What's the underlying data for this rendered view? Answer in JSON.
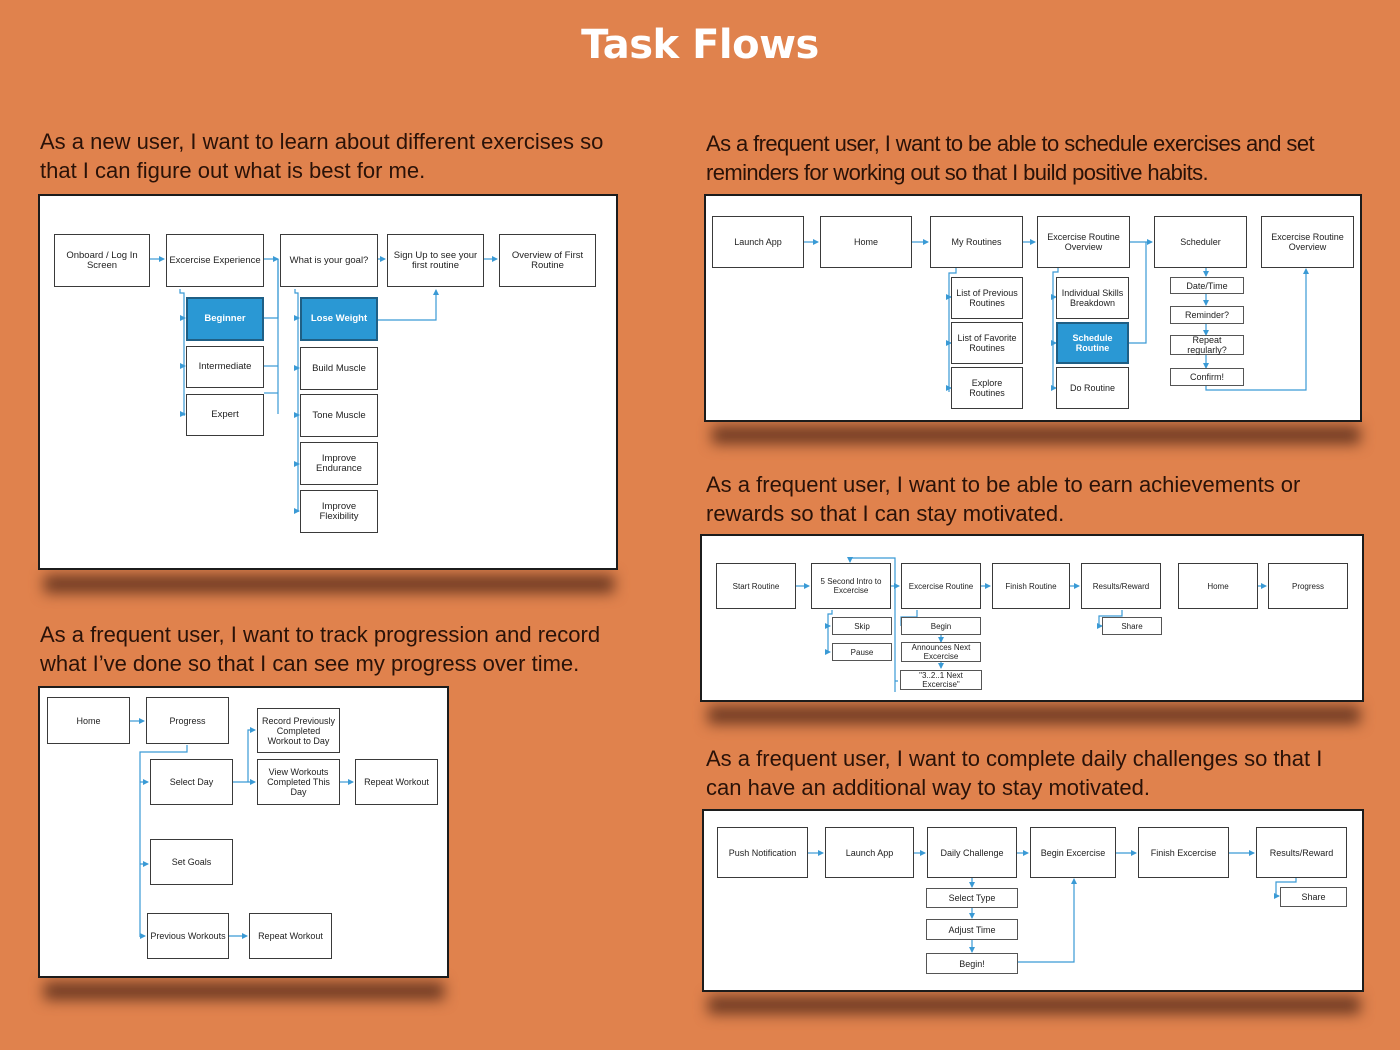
{
  "page": {
    "title": "Task Flows",
    "bg": "#e0824d",
    "accent": "#2a98d4"
  },
  "flow1": {
    "story": "As a new user, I want to learn about different exercises so that I can figure out what is best for me.",
    "nodes": {
      "onboard": "Onboard / Log In Screen",
      "experience": "Excercise Experience",
      "goal": "What is your goal?",
      "signup": "Sign Up to see your first routine",
      "overview": "Overview of First Routine",
      "beginner": "Beginner",
      "intermediate": "Intermediate",
      "expert": "Expert",
      "lose_weight": "Lose Weight",
      "build_muscle": "Build Muscle",
      "tone_muscle": "Tone Muscle",
      "endurance": "Improve Endurance",
      "flexibility": "Improve Flexibility"
    }
  },
  "flow2": {
    "story": "As a frequent user, I want to track progression and record what I’ve done so that I can see my progress over time.",
    "nodes": {
      "home": "Home",
      "progress": "Progress",
      "select_day": "Select Day",
      "record": "Record Previously Completed Workout to Day",
      "view": "View Workouts Completed This Day",
      "repeat1": "Repeat Workout",
      "set_goals": "Set Goals",
      "previous": "Previous Workouts",
      "repeat2": "Repeat Workout"
    }
  },
  "flow3": {
    "story": "As a frequent user, I want to be able to schedule exercises and set reminders for working out so that I build positive habits.",
    "nodes": {
      "launch": "Launch App",
      "home": "Home",
      "my_routines": "My Routines",
      "overview1": "Excercise Routine Overview",
      "scheduler": "Scheduler",
      "overview2": "Excercise Routine Overview",
      "previous": "List of Previous Routines",
      "favorite": "List of Favorite Routines",
      "explore": "Explore Routines",
      "skills": "Individual Skills Breakdown",
      "schedule": "Schedule Routine",
      "do_routine": "Do Routine",
      "date": "Date/Time",
      "reminder": "Reminder?",
      "repeat": "Repeat regularly?",
      "confirm": "Confirm!"
    }
  },
  "flow4": {
    "story": "As a frequent user, I want to be able to earn achievements or rewards so that I can stay motivated.",
    "nodes": {
      "start": "Start Routine",
      "intro": "5 Second Intro to Excercise",
      "routine": "Excercise Routine",
      "finish": "Finish Routine",
      "results": "Results/Reward",
      "home": "Home",
      "progress": "Progress",
      "skip": "Skip",
      "pause": "Pause",
      "begin": "Begin",
      "announce": "Announces Next Excercise",
      "countdown": "\"3..2..1 Next Excercise\"",
      "share": "Share"
    }
  },
  "flow5": {
    "story": "As a frequent user, I want to complete daily challenges so that I can have an additional way to stay motivated.",
    "nodes": {
      "push": "Push Notification",
      "launch": "Launch App",
      "daily": "Daily Challenge",
      "begin_ex": "Begin Excercise",
      "finish_ex": "Finish Excercise",
      "results": "Results/Reward",
      "select_type": "Select Type",
      "adjust": "Adjust Time",
      "begin": "Begin!",
      "share": "Share"
    }
  }
}
